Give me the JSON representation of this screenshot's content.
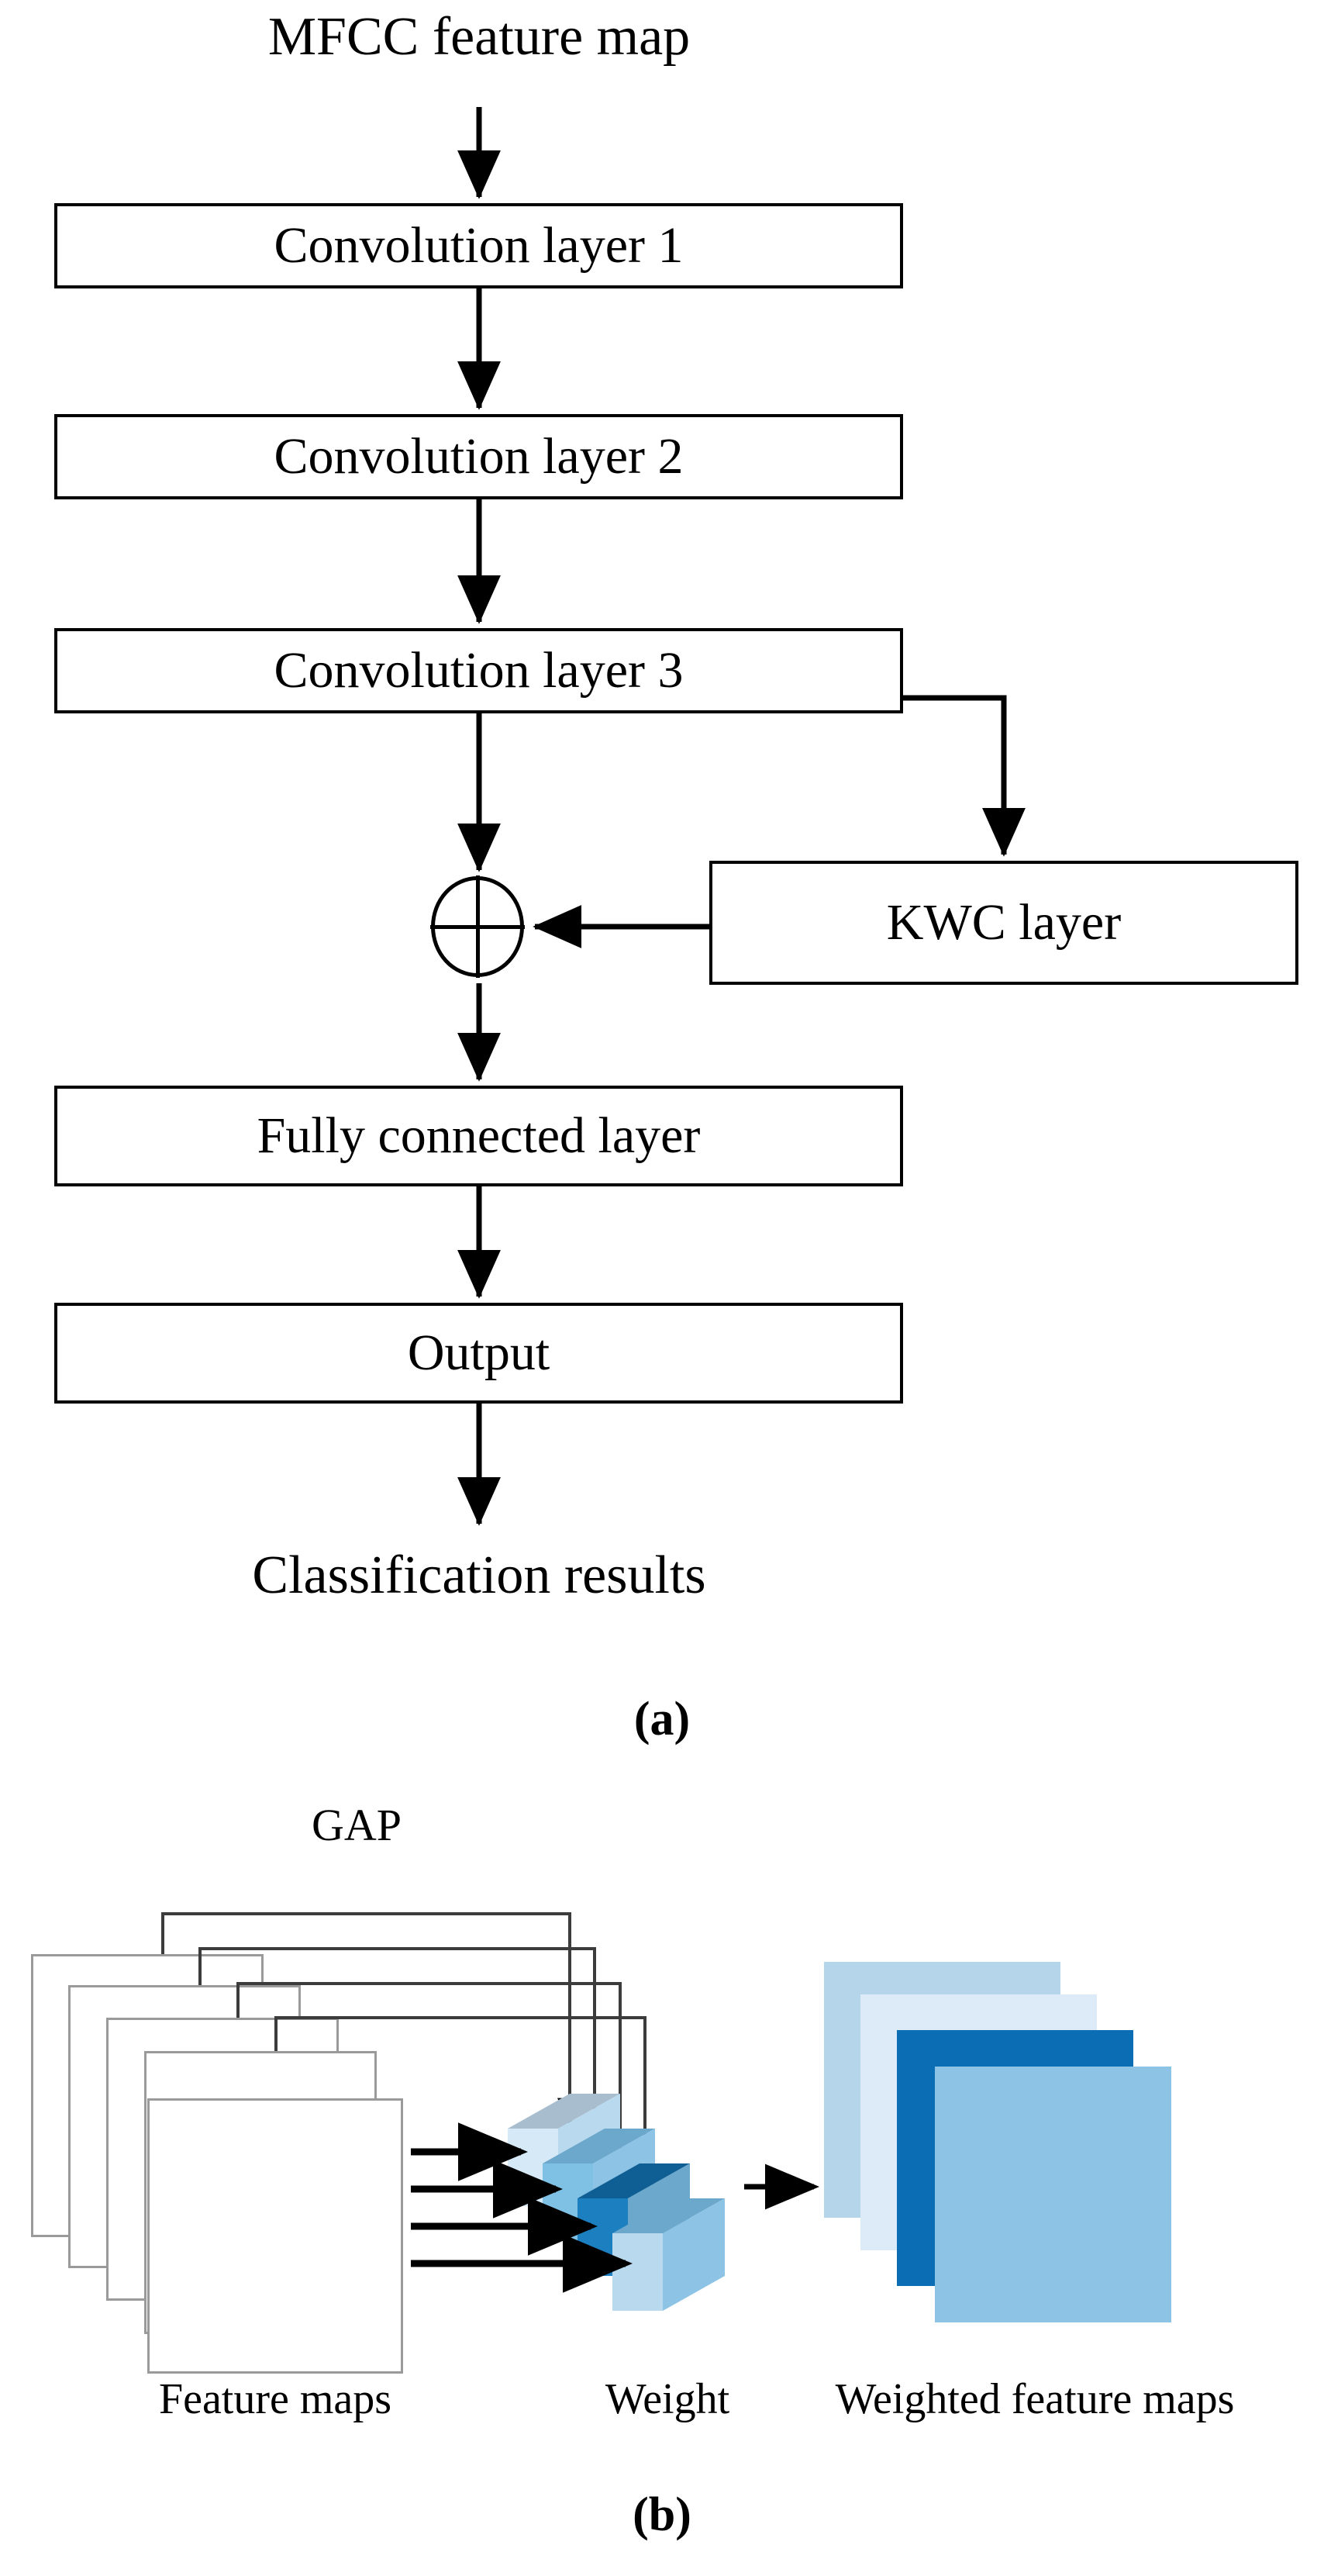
{
  "figure": {
    "panels": [
      {
        "id": "a",
        "caption": "(a)",
        "input_label": "MFCC feature map",
        "output_label": "Classification results",
        "blocks": [
          {
            "label": "Convolution layer 1"
          },
          {
            "label": "Convolution layer 2"
          },
          {
            "label": "Convolution layer 3"
          },
          {
            "label": "KWC layer"
          },
          {
            "label": "Fully connected layer"
          },
          {
            "label": "Output"
          }
        ],
        "junction_symbol": "plus-circle"
      },
      {
        "id": "b",
        "caption": "(b)",
        "gap_label": "GAP",
        "labels": {
          "feature_maps": "Feature maps",
          "weight": "Weight",
          "weighted_feature_maps": "Weighted feature maps"
        },
        "feature_map_count": 5,
        "gap_arrow_count": 4,
        "weight_arrow_count": 4,
        "weighted_maps": [
          {
            "color": "#b4d5ea"
          },
          {
            "color": "#dcebf7"
          },
          {
            "color": "#0b6db4"
          },
          {
            "color": "#8dc3e5"
          }
        ],
        "weight_block_colors": {
          "front_light": "#d6e9f7",
          "front_mid": "#7fc0e5",
          "front_dark": "#1b7fc0",
          "top_gray": "#a8bdce",
          "top_mid": "#6ba8cc",
          "top_dark": "#0f5f95",
          "side_light": "#b9d9ef",
          "side_mid": "#8dc3e5"
        }
      }
    ],
    "colors": {
      "stroke": "#000000",
      "feature_map_outline": "#9a9a9a",
      "accent_blue": "#0b6db4"
    }
  }
}
